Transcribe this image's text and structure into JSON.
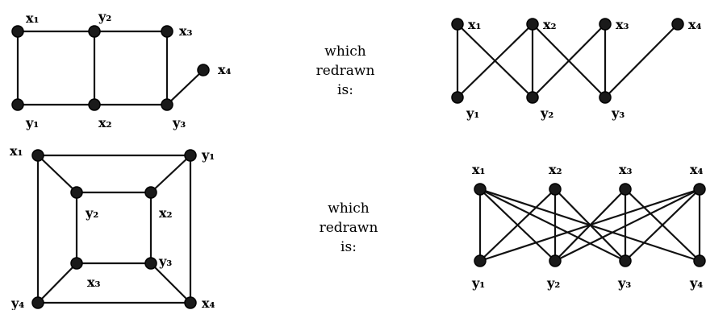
{
  "captions": {
    "top": [
      "which",
      "redrawn",
      "is:"
    ],
    "bottom": [
      "which",
      "redrawn",
      "is:"
    ]
  },
  "figures": {
    "top_left": {
      "labels": [
        "x₁",
        "y₂",
        "x₃",
        "x₄",
        "y₁",
        "x₂",
        "y₃"
      ]
    },
    "top_right": {
      "labels": [
        "x₁",
        "x₂",
        "x₃",
        "x₄",
        "y₁",
        "y₂",
        "y₃"
      ]
    },
    "bottom_left": {
      "labels": [
        "x₁",
        "y₁",
        "y₂",
        "x₂",
        "x₃",
        "y₃",
        "y₄",
        "x₄"
      ]
    },
    "bottom_right": {
      "labels": [
        "x₁",
        "x₂",
        "x₃",
        "x₄",
        "y₁",
        "y₂",
        "y₃",
        "y₄"
      ]
    }
  },
  "colors": {
    "ink": "#111111",
    "vertex_highlight": "#bdbdbd"
  }
}
